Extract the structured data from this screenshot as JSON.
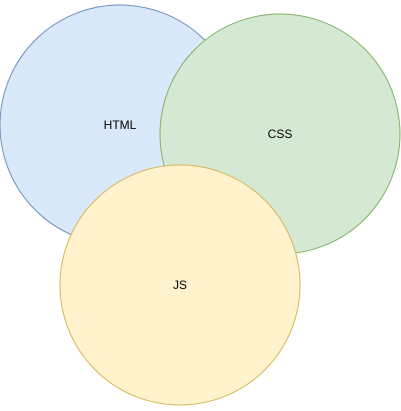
{
  "diagram": {
    "type": "venn",
    "sets": [
      {
        "id": "html",
        "label": "HTML",
        "fill": "#dae8fc",
        "stroke": "#6c8ebf"
      },
      {
        "id": "css",
        "label": "CSS",
        "fill": "#d5e8d4",
        "stroke": "#82b366"
      },
      {
        "id": "js",
        "label": "JS",
        "fill": "#fff2cc",
        "stroke": "#d6b656"
      }
    ]
  }
}
